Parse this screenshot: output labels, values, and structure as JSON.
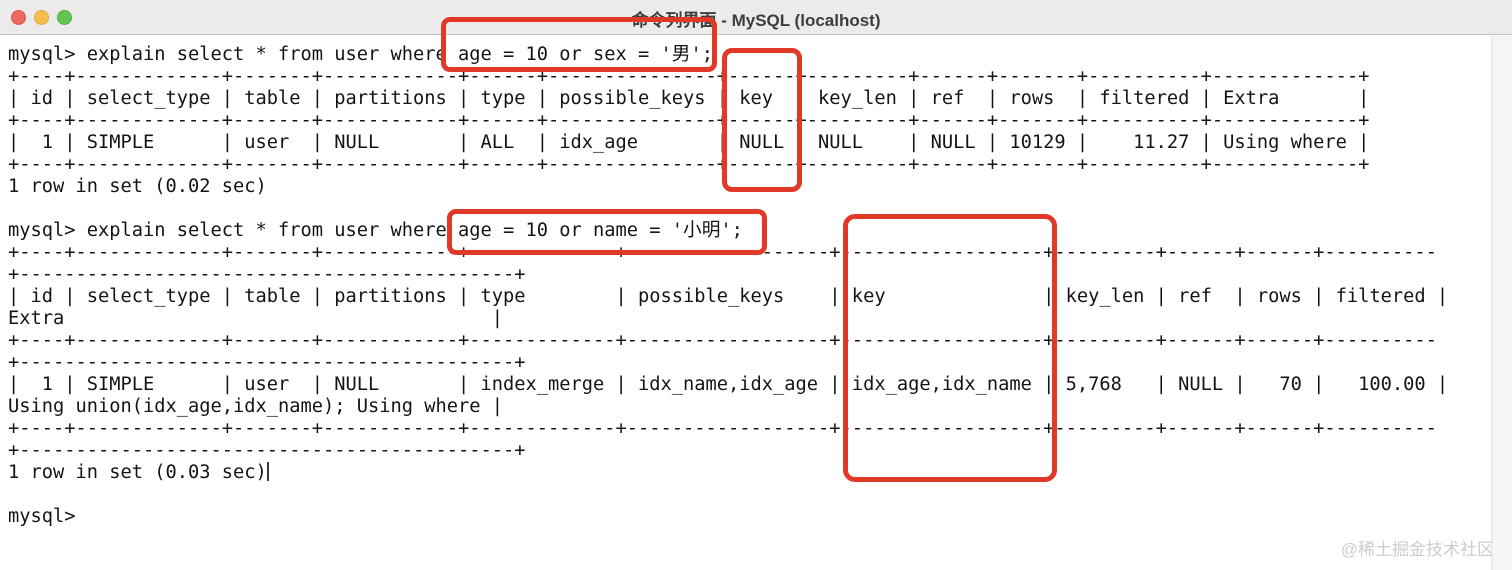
{
  "window": {
    "title": "命令列界面 - MySQL (localhost)",
    "traffic_lights": {
      "close_color": "#ee6a5f",
      "minimize_color": "#f5bd4f",
      "zoom_color": "#61c454"
    }
  },
  "terminal": {
    "prompt": "mysql>",
    "lines": [
      "mysql> explain select * from user where age = 10 or sex = '男';",
      "+----+-------------+-------+------------+------+---------------+------+---------+------+-------+----------+-------------+",
      "| id | select_type | table | partitions | type | possible_keys | key  | key_len | ref  | rows  | filtered | Extra       |",
      "+----+-------------+-------+------------+------+---------------+------+---------+------+-------+----------+-------------+",
      "|  1 | SIMPLE      | user  | NULL       | ALL  | idx_age       | NULL | NULL    | NULL | 10129 |    11.27 | Using where |",
      "+----+-------------+-------+------------+------+---------------+------+---------+------+-------+----------+-------------+",
      "1 row in set (0.02 sec)",
      "",
      "mysql> explain select * from user where age = 10 or name = '小明';",
      "+----+-------------+-------+------------+-------------+------------------+------------------+---------+------+------+----------",
      "+--------------------------------------------+",
      "| id | select_type | table | partitions | type        | possible_keys    | key              | key_len | ref  | rows | filtered |",
      "Extra                                      |",
      "+----+-------------+-------+------------+-------------+------------------+------------------+---------+------+------+----------",
      "+--------------------------------------------+",
      "|  1 | SIMPLE      | user  | NULL       | index_merge | idx_name,idx_age | idx_age,idx_name | 5,768   | NULL |   70 |   100.00 |",
      "Using union(idx_age,idx_name); Using where |",
      "+----+-------------+-------+------------+-------------+------------------+------------------+---------+------+------+----------",
      "+--------------------------------------------+",
      "1 row in set (0.03 sec)",
      "",
      "mysql>"
    ]
  },
  "queries": [
    {
      "command": "explain select * from user where age = 10 or sex = '男';",
      "headers": [
        "id",
        "select_type",
        "table",
        "partitions",
        "type",
        "possible_keys",
        "key",
        "key_len",
        "ref",
        "rows",
        "filtered",
        "Extra"
      ],
      "rows": [
        [
          "1",
          "SIMPLE",
          "user",
          "NULL",
          "ALL",
          "idx_age",
          "NULL",
          "NULL",
          "NULL",
          "10129",
          "11.27",
          "Using where"
        ]
      ],
      "status": "1 row in set (0.02 sec)"
    },
    {
      "command": "explain select * from user where age = 10 or name = '小明';",
      "headers": [
        "id",
        "select_type",
        "table",
        "partitions",
        "type",
        "possible_keys",
        "key",
        "key_len",
        "ref",
        "rows",
        "filtered",
        "Extra"
      ],
      "rows": [
        [
          "1",
          "SIMPLE",
          "user",
          "NULL",
          "index_merge",
          "idx_name,idx_age",
          "idx_age,idx_name",
          "5,768",
          "NULL",
          "70",
          "100.00",
          "Using union(idx_age,idx_name); Using where"
        ]
      ],
      "status": "1 row in set (0.03 sec)"
    }
  ],
  "annotations": {
    "color": "#e13928",
    "boxes": [
      {
        "encloses": "age = 10 or sex = '男';"
      },
      {
        "encloses": "key column with NULL value in first explain result"
      },
      {
        "encloses": "age = 10 or name = '小明';"
      },
      {
        "encloses": "key column with idx_age,idx_name value in second explain result"
      }
    ]
  },
  "watermark": "@稀土掘金技术社区"
}
